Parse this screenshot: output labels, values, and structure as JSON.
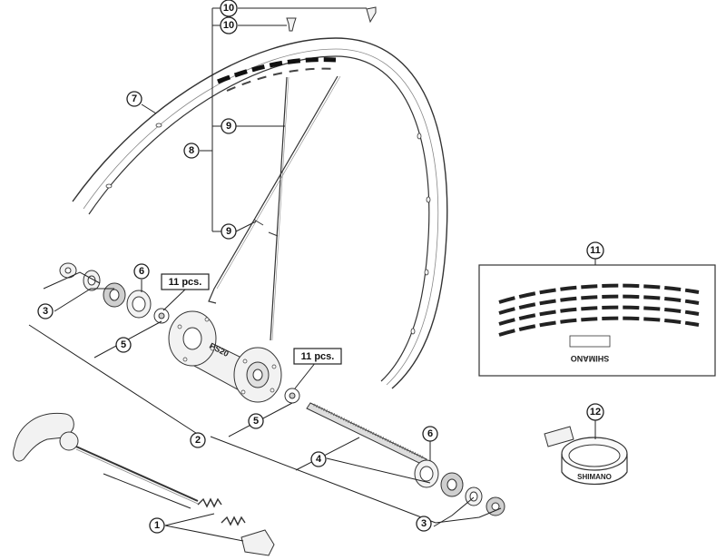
{
  "diagram": {
    "callouts": {
      "c1": "1",
      "c2": "2",
      "c3a": "3",
      "c3b": "3",
      "c4": "4",
      "c5a": "5",
      "c5b": "5",
      "c6a": "6",
      "c6b": "6",
      "c7": "7",
      "c8": "8",
      "c9a": "9",
      "c9b": "9",
      "c10a": "10",
      "c10b": "10",
      "c11": "11",
      "c12": "12"
    },
    "quantity_labels": {
      "left_spoke_holes": "11 pcs.",
      "right_spoke_holes": "11 pcs."
    },
    "rim_tape_brand": "SHIMANO",
    "sticker_brand": "SHIMANO"
  }
}
